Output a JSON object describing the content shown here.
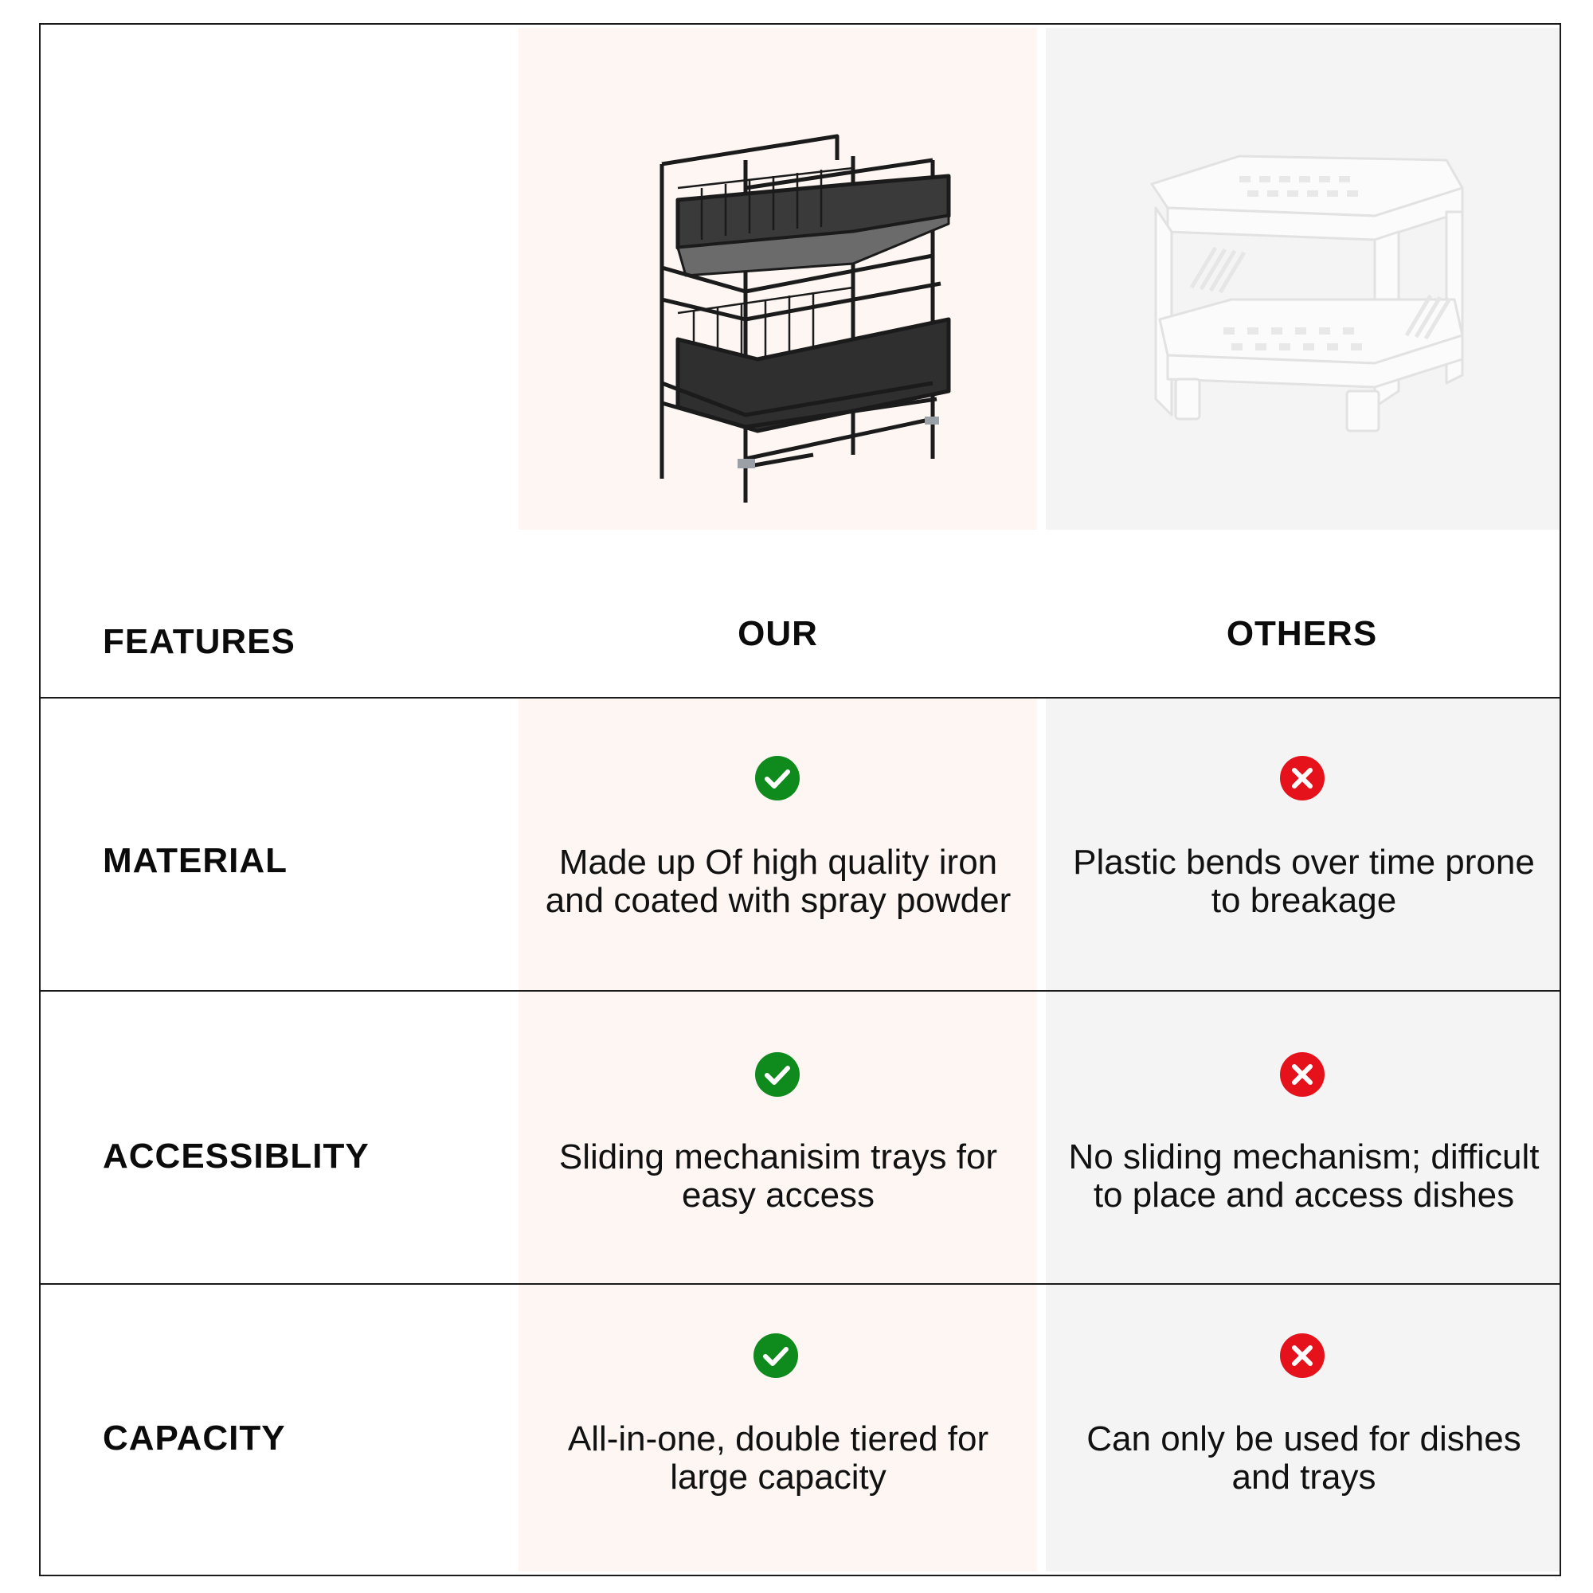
{
  "header": {
    "features_label": "FEATURES",
    "our_label": "OUR",
    "others_label": "OTHERS"
  },
  "images": {
    "our_product": "black-metal-two-tier-sliding-organizer",
    "others_product": "white-plastic-two-tier-rack"
  },
  "colors": {
    "our_column_bg": "#fdf6f3",
    "others_column_bg": "#f4f4f4",
    "check_green": "#0f8a1c",
    "cross_red": "#e5121b",
    "border": "#1a1a1a"
  },
  "rows": [
    {
      "feature": "MATERIAL",
      "our": {
        "icon": "check-icon",
        "text": "Made up Of high quality iron and coated with spray powder"
      },
      "others": {
        "icon": "cross-icon",
        "text": "Plastic bends over time prone to breakage"
      }
    },
    {
      "feature": "ACCESSIBLITY",
      "our": {
        "icon": "check-icon",
        "text": "Sliding mechanisim trays for easy access"
      },
      "others": {
        "icon": "cross-icon",
        "text": "No sliding mechanism; difficult to place and access dishes"
      }
    },
    {
      "feature": "CAPACITY",
      "our": {
        "icon": "check-icon",
        "text": "All-in-one, double tiered for large capacity"
      },
      "others": {
        "icon": "cross-icon",
        "text": "Can only be used for dishes and trays"
      }
    }
  ]
}
